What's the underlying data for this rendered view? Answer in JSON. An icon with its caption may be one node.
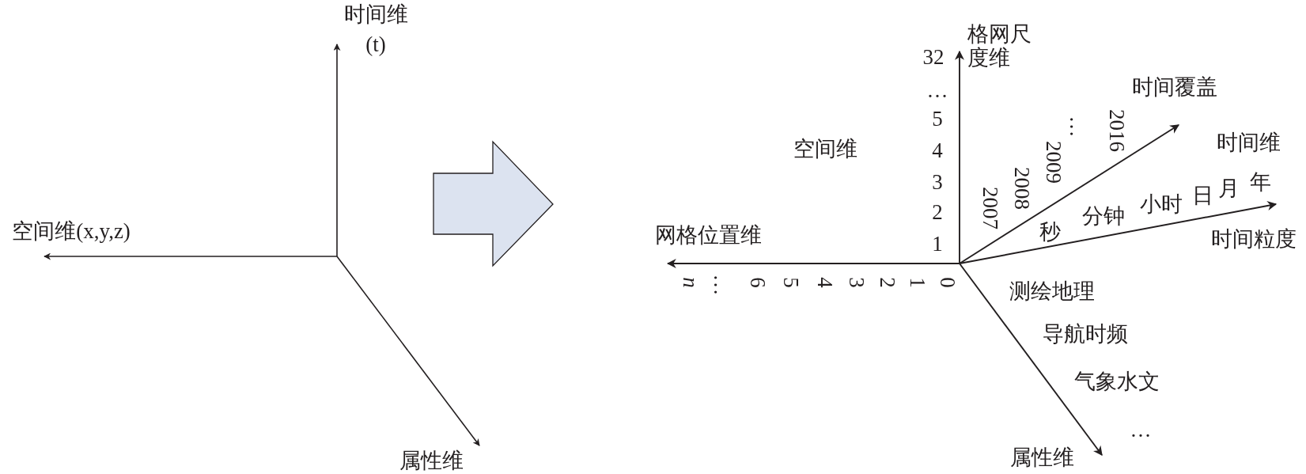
{
  "diagram": {
    "labels": [
      "时间维",
      "(t)",
      "空间维(x,y,z)",
      "属性维",
      "格网尺度维",
      "32",
      "…",
      "5",
      "4",
      "3",
      "2",
      "1",
      "空间维",
      "时间覆盖",
      "2016",
      "…",
      "2009",
      "2008",
      "2007",
      "时间维",
      "网格位置维",
      "年",
      "月",
      "日",
      "小时",
      "分钟",
      "秒",
      "时间粒度",
      "0",
      "1",
      "2",
      "3",
      "4",
      "5",
      "6",
      "…",
      "n",
      "测绘地理",
      "导航时频",
      "气象水文",
      "…",
      "属性维"
    ]
  }
}
